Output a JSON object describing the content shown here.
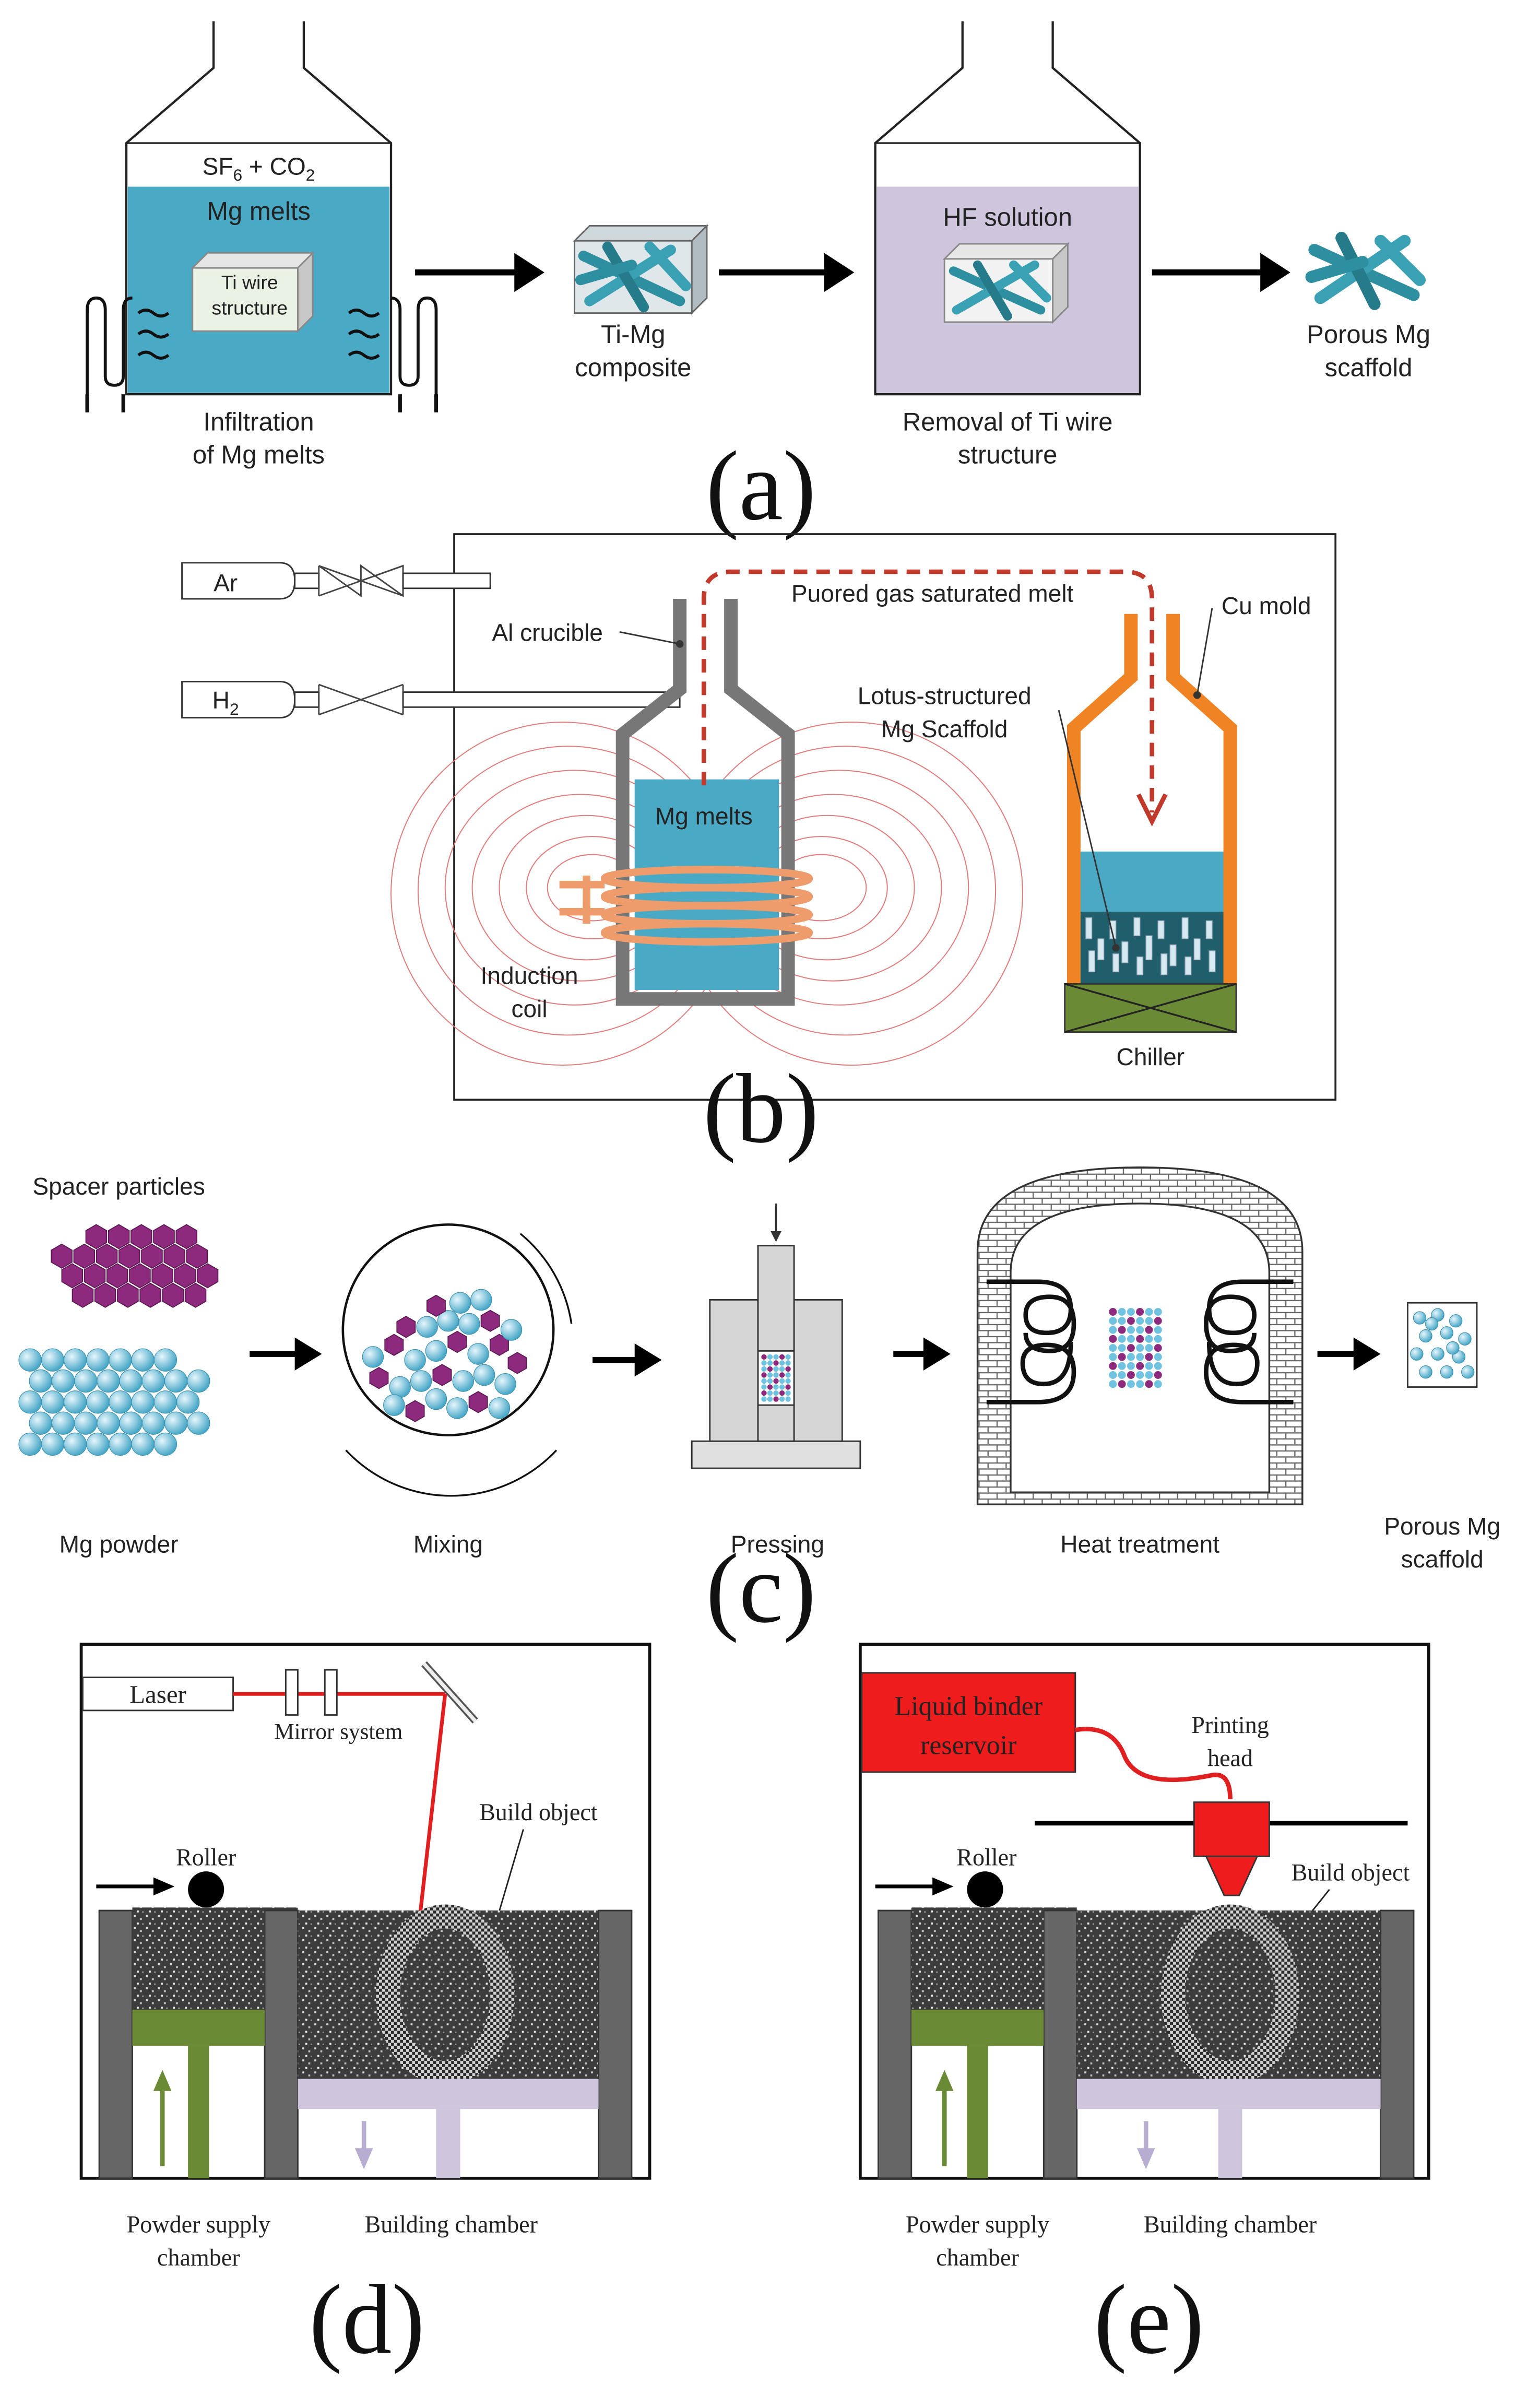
{
  "panel_a": {
    "gas": "SF6 + CO2",
    "gas_main": "SF",
    "gas_sub6": "6",
    "gas_mid": " + CO",
    "gas_sub2": "2",
    "melt_label": "Mg melts",
    "wire_label_1": "Ti wire",
    "wire_label_2": "structure",
    "step1_label_1": "Infiltration",
    "step1_label_2": "of Mg melts",
    "composite_label_1": "Ti-Mg",
    "composite_label_2": "composite",
    "solution_label": "HF solution",
    "step2_label_1": "Removal of Ti wire",
    "step2_label_2": "structure",
    "product_label_1": "Porous Mg",
    "product_label_2": "scaffold",
    "caption": "(a)",
    "colors": {
      "melt": "#4aa9c4",
      "hf": "#cfc6dd",
      "wire": "#2e8fa0"
    }
  },
  "panel_b": {
    "gas1": "Ar",
    "gas2_main": "H",
    "gas2_sub": "2",
    "crucible_label": "Al crucible",
    "pour_label": "Puored gas saturated melt",
    "mold_label": "Cu mold",
    "scaffold_label_1": "Lotus-structured",
    "scaffold_label_2": "Mg Scaffold",
    "melt_label": "Mg melts",
    "coil_label_1": "Induction",
    "coil_label_2": "coil",
    "chiller_label": "Chiller",
    "caption": "(b)",
    "colors": {
      "mold": "#f08424",
      "coil": "#f0a070",
      "chiller": "#6b8a35",
      "crucible": "#777777",
      "pour": "#c0392b"
    }
  },
  "panel_c": {
    "spacer_label": "Spacer particles",
    "powder_label": "Mg powder",
    "mixing_label": "Mixing",
    "pressing_label": "Pressing",
    "heat_label": "Heat treatment",
    "product_label_1": "Porous Mg",
    "product_label_2": "scaffold",
    "caption": "(c)",
    "colors": {
      "spacer": "#8e2a7e",
      "powder": "#6fc3e0"
    }
  },
  "panel_d": {
    "laser_label": "Laser",
    "mirror_label": "Mirror system",
    "roller_label": "Roller",
    "build_label": "Build object",
    "supply_label_1": "Powder supply",
    "supply_label_2": "chamber",
    "building_label": "Building chamber",
    "caption": "(d)"
  },
  "panel_e": {
    "binder_label_1": "Liquid binder",
    "binder_label_2": "reservoir",
    "head_label_1": "Printing",
    "head_label_2": "head",
    "roller_label": "Roller",
    "build_label": "Build object",
    "supply_label_1": "Powder supply",
    "supply_label_2": "chamber",
    "building_label": "Building chamber",
    "caption": "(e)",
    "colors": {
      "binder": "#ee1c1c",
      "piston_supply": "#6b8a35",
      "piston_build": "#cfc6dd"
    }
  }
}
